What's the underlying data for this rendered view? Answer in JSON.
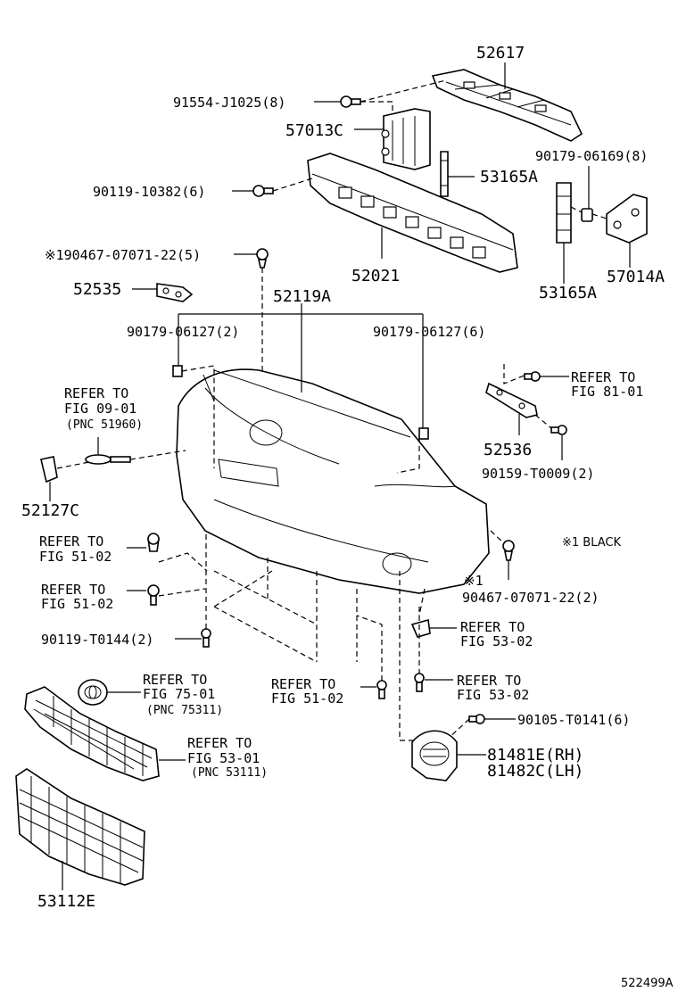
{
  "diagram_code": "522499A",
  "note_black": "※1 BLACK",
  "parts": {
    "p52617": "52617",
    "p91554": "91554-J1025(8)",
    "p57013c": "57013C",
    "p90179_8": "90179-06169(8)",
    "p53165a_top": "53165A",
    "p90119_10382": "90119-10382(6)",
    "p90467_top": "※190467-07071-22(5)",
    "p52021": "52021",
    "p57014a": "57014A",
    "p53165a_bot": "53165A",
    "p52535": "52535",
    "p52119a": "52119A",
    "p90179_l": "90179-06127(2)",
    "p90179_r": "90179-06127(6)",
    "refer_fig81_1": "REFER TO",
    "refer_fig81_2": "FIG 81-01",
    "refer_fig09_1": "REFER TO",
    "refer_fig09_2": "FIG 09-01",
    "refer_fig09_3": "(PNC 51960)",
    "p52536": "52536",
    "p90159": "90159-T0009(2)",
    "p52127c": "52127C",
    "refer_fig51a_1": "REFER TO",
    "refer_fig51a_2": "FIG 51-02",
    "refer_fig51b_1": "REFER TO",
    "refer_fig51b_2": "FIG 51-02",
    "p90467_mark": "※1",
    "p90467_bot": "90467-07071-22(2)",
    "refer_fig53a_1": "REFER TO",
    "refer_fig53a_2": "FIG 53-02",
    "p90119_t0144": "90119-T0144(2)",
    "refer_fig75_1": "REFER TO",
    "refer_fig75_2": "FIG 75-01",
    "refer_fig75_3": "(PNC 75311)",
    "refer_fig51c_1": "REFER TO",
    "refer_fig51c_2": "FIG 51-02",
    "refer_fig53b_1": "REFER TO",
    "refer_fig53b_2": "FIG 53-02",
    "p90105": "90105-T0141(6)",
    "refer_fig5301_1": "REFER TO",
    "refer_fig5301_2": "FIG 53-01",
    "refer_fig5301_3": "(PNC 53111)",
    "p81481e": "81481E(RH)",
    "p81482c": "81482C(LH)",
    "p53112e": "53112E"
  }
}
